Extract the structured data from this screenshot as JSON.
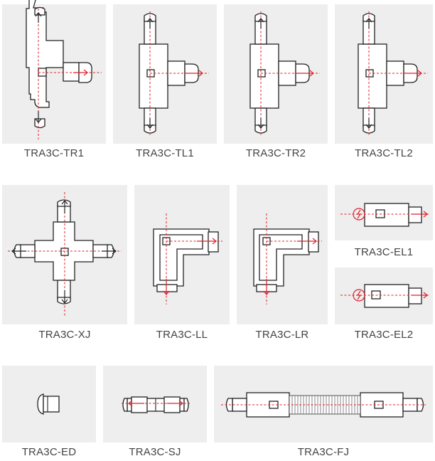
{
  "colors": {
    "tile_background": "#eeeeee",
    "outline": "#222222",
    "accent_red": "#e0202a",
    "label_text": "#444444"
  },
  "connectors": [
    {
      "id": "tr1",
      "label": "TRA3C-TR1"
    },
    {
      "id": "tl1",
      "label": "TRA3C-TL1"
    },
    {
      "id": "tr2",
      "label": "TRA3C-TR2"
    },
    {
      "id": "tl2",
      "label": "TRA3C-TL2"
    },
    {
      "id": "xj",
      "label": "TRA3C-XJ"
    },
    {
      "id": "ll",
      "label": "TRA3C-LL"
    },
    {
      "id": "lr",
      "label": "TRA3C-LR"
    },
    {
      "id": "el1",
      "label": "TRA3C-EL1"
    },
    {
      "id": "el2",
      "label": "TRA3C-EL2"
    },
    {
      "id": "ed",
      "label": "TRA3C-ED"
    },
    {
      "id": "sj",
      "label": "TRA3C-SJ"
    },
    {
      "id": "fj",
      "label": "TRA3C-FJ"
    }
  ]
}
